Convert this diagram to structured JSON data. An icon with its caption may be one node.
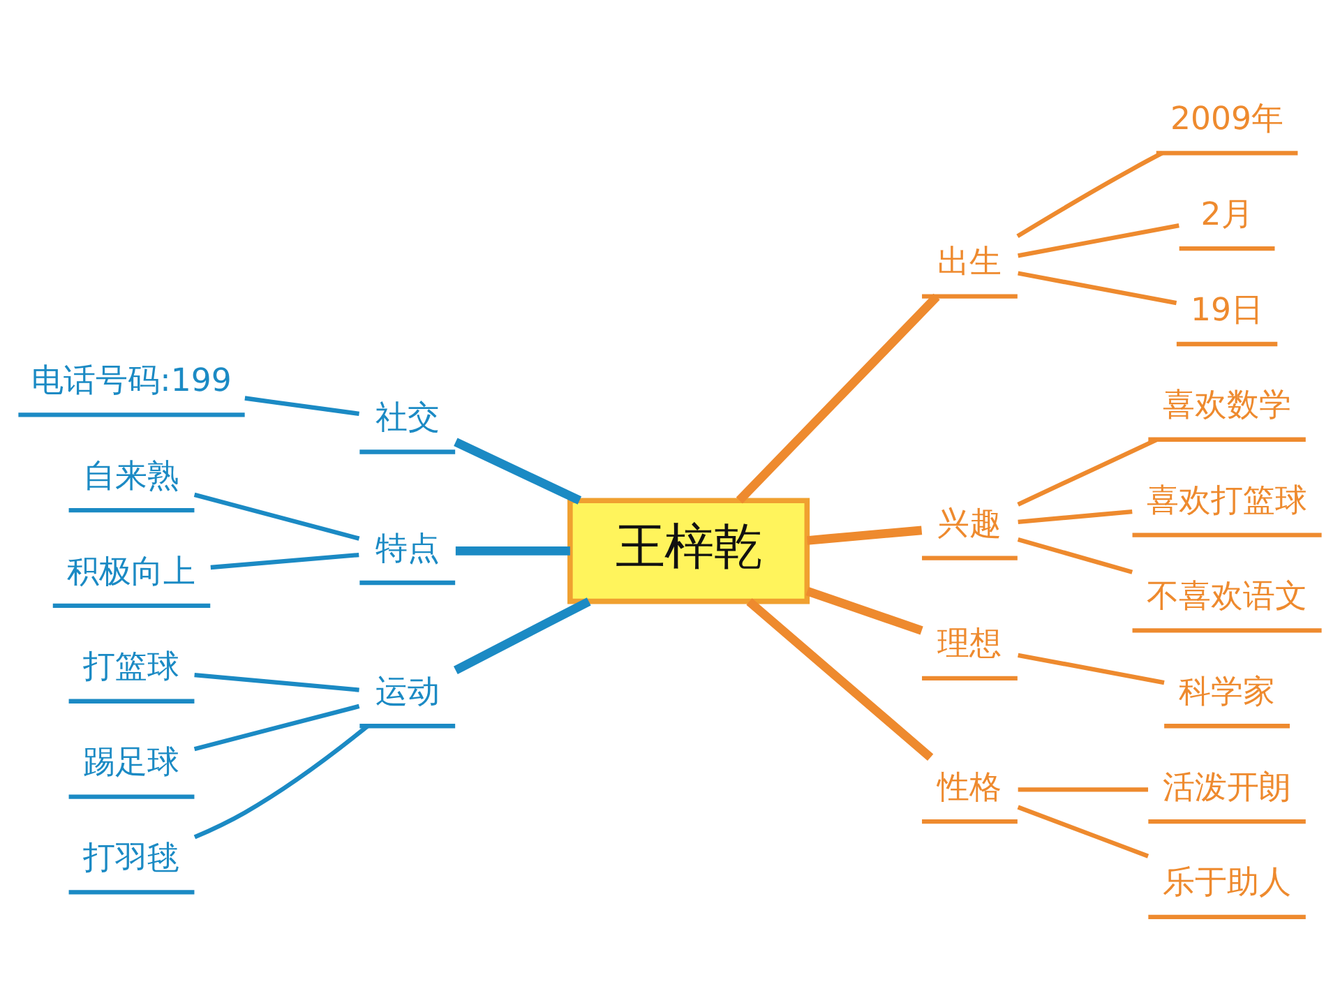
{
  "diagram": {
    "nodes": [
      {
        "text": [
          "王梓乾"
        ]
      },
      {
        "text": [
          "社交"
        ]
      },
      {
        "text": [
          "电话号码:199"
        ]
      },
      {
        "text": [
          "特点"
        ]
      },
      {
        "text": [
          "自来熟"
        ]
      },
      {
        "text": [
          "积极向上"
        ]
      },
      {
        "text": [
          "运动"
        ]
      },
      {
        "text": [
          "打篮球"
        ]
      },
      {
        "text": [
          "踢足球"
        ]
      },
      {
        "text": [
          "打羽毬"
        ]
      },
      {
        "text": [
          "出生"
        ]
      },
      {
        "text": [
          "2009年"
        ]
      },
      {
        "text": [
          "2月"
        ]
      },
      {
        "text": [
          "19日"
        ]
      },
      {
        "text": [
          "兴趣"
        ]
      },
      {
        "text": [
          "喜欢数学"
        ]
      },
      {
        "text": [
          "喜欢打篮球"
        ]
      },
      {
        "text": [
          "不喜欢语文"
        ]
      },
      {
        "text": [
          "理想"
        ]
      },
      {
        "text": [
          "科学家"
        ]
      },
      {
        "text": [
          "性格"
        ]
      },
      {
        "text": [
          "活泼开朗"
        ]
      },
      {
        "text": [
          "乐于助人"
        ]
      }
    ],
    "edges": [
      {
        "from": 2,
        "to": 1,
        "arrow": "none",
        "color": "#1b8ac4"
      },
      {
        "from": 1,
        "to": 0,
        "arrow": "none",
        "style": "thick",
        "color": "#1b8ac4"
      },
      {
        "from": 4,
        "to": 3,
        "arrow": "none",
        "color": "#1b8ac4"
      },
      {
        "from": 5,
        "to": 3,
        "arrow": "none",
        "color": "#1b8ac4"
      },
      {
        "from": 3,
        "to": 0,
        "arrow": "none",
        "style": "thick",
        "color": "#1b8ac4"
      },
      {
        "from": 7,
        "to": 6,
        "arrow": "none",
        "color": "#1b8ac4"
      },
      {
        "from": 8,
        "to": 6,
        "arrow": "none",
        "color": "#1b8ac4"
      },
      {
        "from": 9,
        "to": 6,
        "arrow": "none",
        "color": "#1b8ac4"
      },
      {
        "from": 6,
        "to": 0,
        "arrow": "none",
        "style": "thick",
        "color": "#1b8ac4"
      },
      {
        "from": 0,
        "to": 10,
        "arrow": "none",
        "style": "thick"
      },
      {
        "from": 10,
        "to": 11,
        "arrow": "none"
      },
      {
        "from": 10,
        "to": 12,
        "arrow": "none"
      },
      {
        "from": 10,
        "to": 13,
        "arrow": "none"
      },
      {
        "from": 0,
        "to": 14,
        "arrow": "none",
        "style": "thick"
      },
      {
        "from": 14,
        "to": 15,
        "arrow": "none"
      },
      {
        "from": 14,
        "to": 16,
        "arrow": "none"
      },
      {
        "from": 14,
        "to": 17,
        "arrow": "none"
      },
      {
        "from": 0,
        "to": 18,
        "arrow": "none",
        "style": "thick"
      },
      {
        "from": 18,
        "to": 19,
        "arrow": "none"
      },
      {
        "from": 0,
        "to": 20,
        "arrow": "none",
        "style": "thick"
      },
      {
        "from": 20,
        "to": 21,
        "arrow": "none"
      },
      {
        "from": 20,
        "to": 22,
        "arrow": "none"
      }
    ]
  }
}
